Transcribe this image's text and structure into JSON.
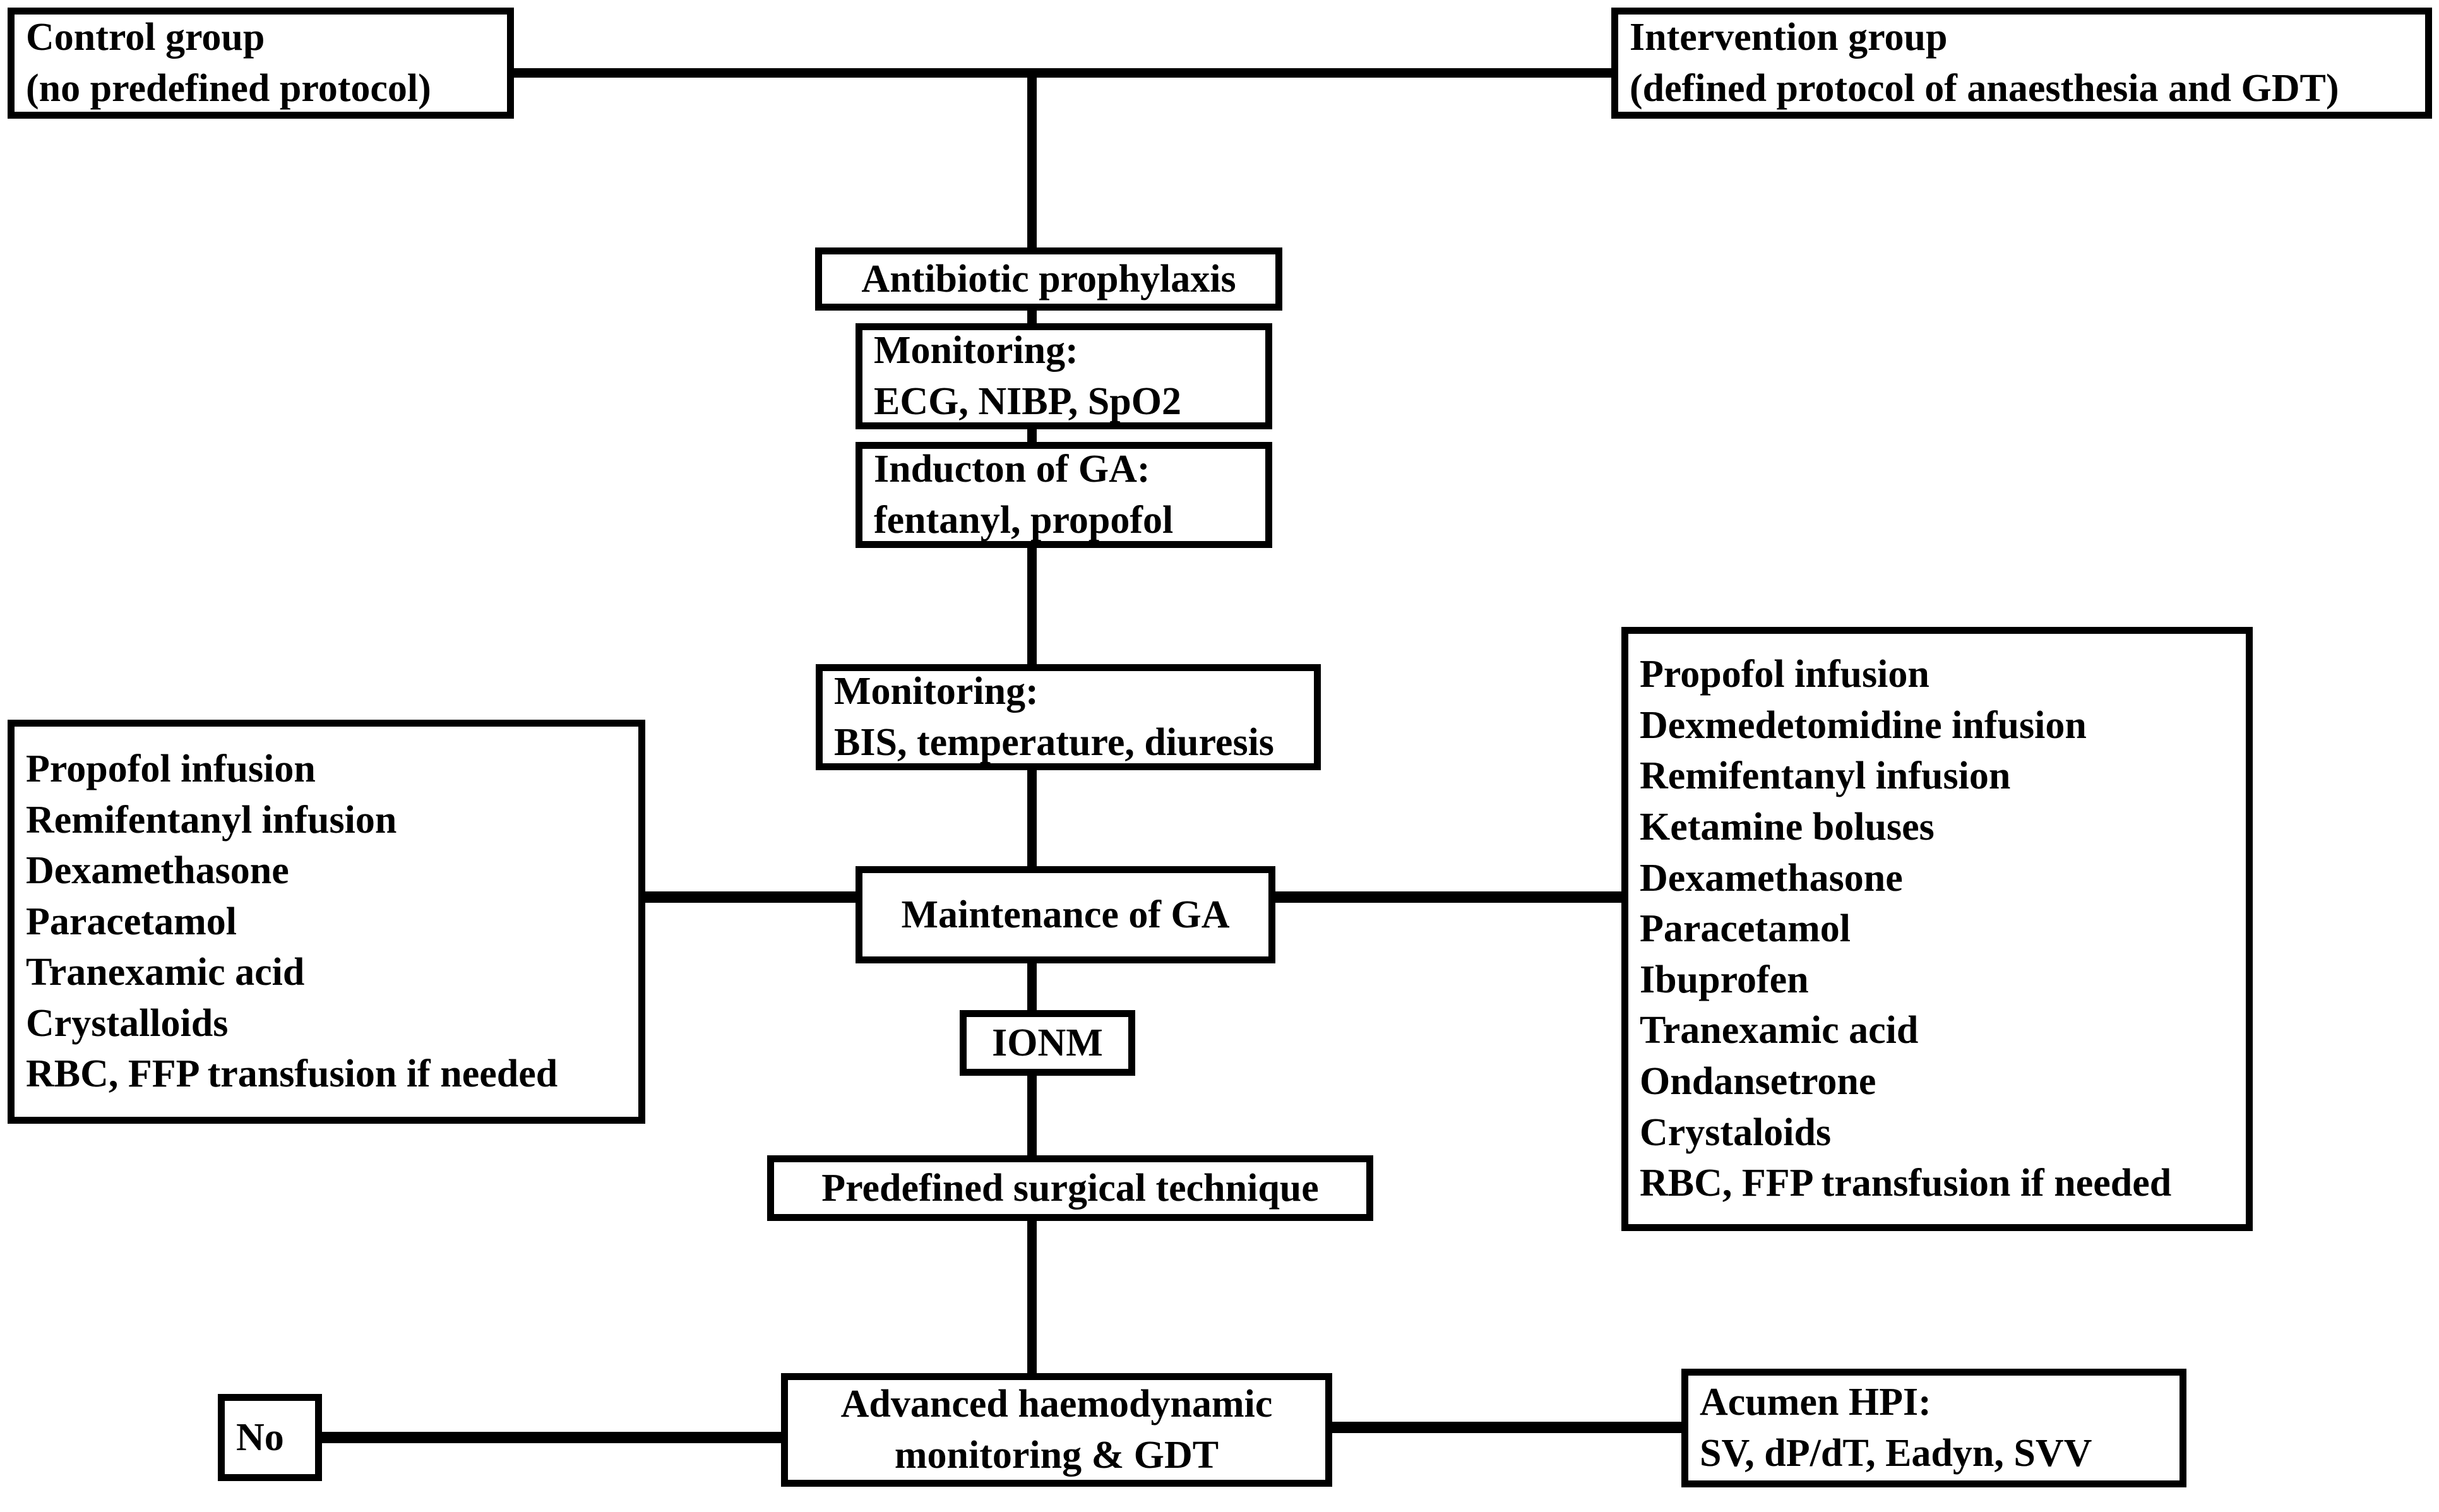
{
  "diagram": {
    "title": "Perioperative anaesthesia and goal-directed therapy study protocol flowchart",
    "type": "flowchart",
    "colors": {
      "stroke": "#000000",
      "fill": "#ffffff",
      "text": "#000000"
    },
    "nodes": {
      "control_group": {
        "lines": [
          "Control group",
          "(no predefined protocol)"
        ]
      },
      "intervention_group": {
        "lines": [
          "Intervention group",
          "(defined protocol of anaesthesia and GDT)"
        ]
      },
      "antibiotic_prophylaxis": {
        "lines": [
          "Antibiotic prophylaxis"
        ]
      },
      "monitoring_basic": {
        "lines": [
          "Monitoring:",
          "ECG, NIBP, SpO2"
        ]
      },
      "induction_of_ga": {
        "lines": [
          "Inducton of GA:",
          "fentanyl, propofol"
        ]
      },
      "monitoring_extended": {
        "lines": [
          "Monitoring:",
          "BIS, temperature, diuresis"
        ]
      },
      "maintenance_of_ga": {
        "lines": [
          "Maintenance of GA"
        ]
      },
      "control_drugs": {
        "lines": [
          "Propofol infusion",
          "Remifentanyl infusion",
          "Dexamethasone",
          "Paracetamol",
          "Tranexamic acid",
          "Crystalloids",
          "RBC, FFP transfusion if needed"
        ]
      },
      "intervention_drugs": {
        "lines": [
          "Propofol infusion",
          "Dexmedetomidine infusion",
          "Remifentanyl infusion",
          "Ketamine boluses",
          "Dexamethasone",
          "Paracetamol",
          "Ibuprofen",
          "Tranexamic acid",
          "Ondansetrone",
          "Crystaloids",
          "RBC, FFP transfusion if needed"
        ]
      },
      "ionm": {
        "lines": [
          "IONM"
        ]
      },
      "surgical_technique": {
        "lines": [
          "Predefined surgical technique"
        ]
      },
      "no_branch": {
        "lines": [
          "No"
        ]
      },
      "advanced_monitoring": {
        "lines": [
          "Advanced haemodynamic",
          "monitoring & GDT"
        ]
      },
      "acumen_hpi": {
        "lines": [
          "Acumen HPI:",
          "SV, dP/dT, Eadyn, SVV"
        ]
      }
    },
    "edges": [
      {
        "from": "control_group",
        "to": "intervention_group",
        "style": "horizontal-bar"
      },
      {
        "from": "top-bar",
        "to": "antibiotic_prophylaxis",
        "style": "vertical"
      },
      {
        "from": "antibiotic_prophylaxis",
        "to": "monitoring_basic",
        "style": "vertical"
      },
      {
        "from": "monitoring_basic",
        "to": "induction_of_ga",
        "style": "vertical"
      },
      {
        "from": "induction_of_ga",
        "to": "monitoring_extended",
        "style": "vertical"
      },
      {
        "from": "monitoring_extended",
        "to": "maintenance_of_ga",
        "style": "vertical"
      },
      {
        "from": "maintenance_of_ga",
        "to": "control_drugs",
        "style": "horizontal-left"
      },
      {
        "from": "maintenance_of_ga",
        "to": "intervention_drugs",
        "style": "horizontal-right"
      },
      {
        "from": "maintenance_of_ga",
        "to": "ionm",
        "style": "vertical"
      },
      {
        "from": "ionm",
        "to": "surgical_technique",
        "style": "vertical"
      },
      {
        "from": "surgical_technique",
        "to": "advanced_monitoring",
        "style": "vertical"
      },
      {
        "from": "no_branch",
        "to": "advanced_monitoring",
        "style": "horizontal-left"
      },
      {
        "from": "advanced_monitoring",
        "to": "acumen_hpi",
        "style": "horizontal-right"
      }
    ]
  }
}
